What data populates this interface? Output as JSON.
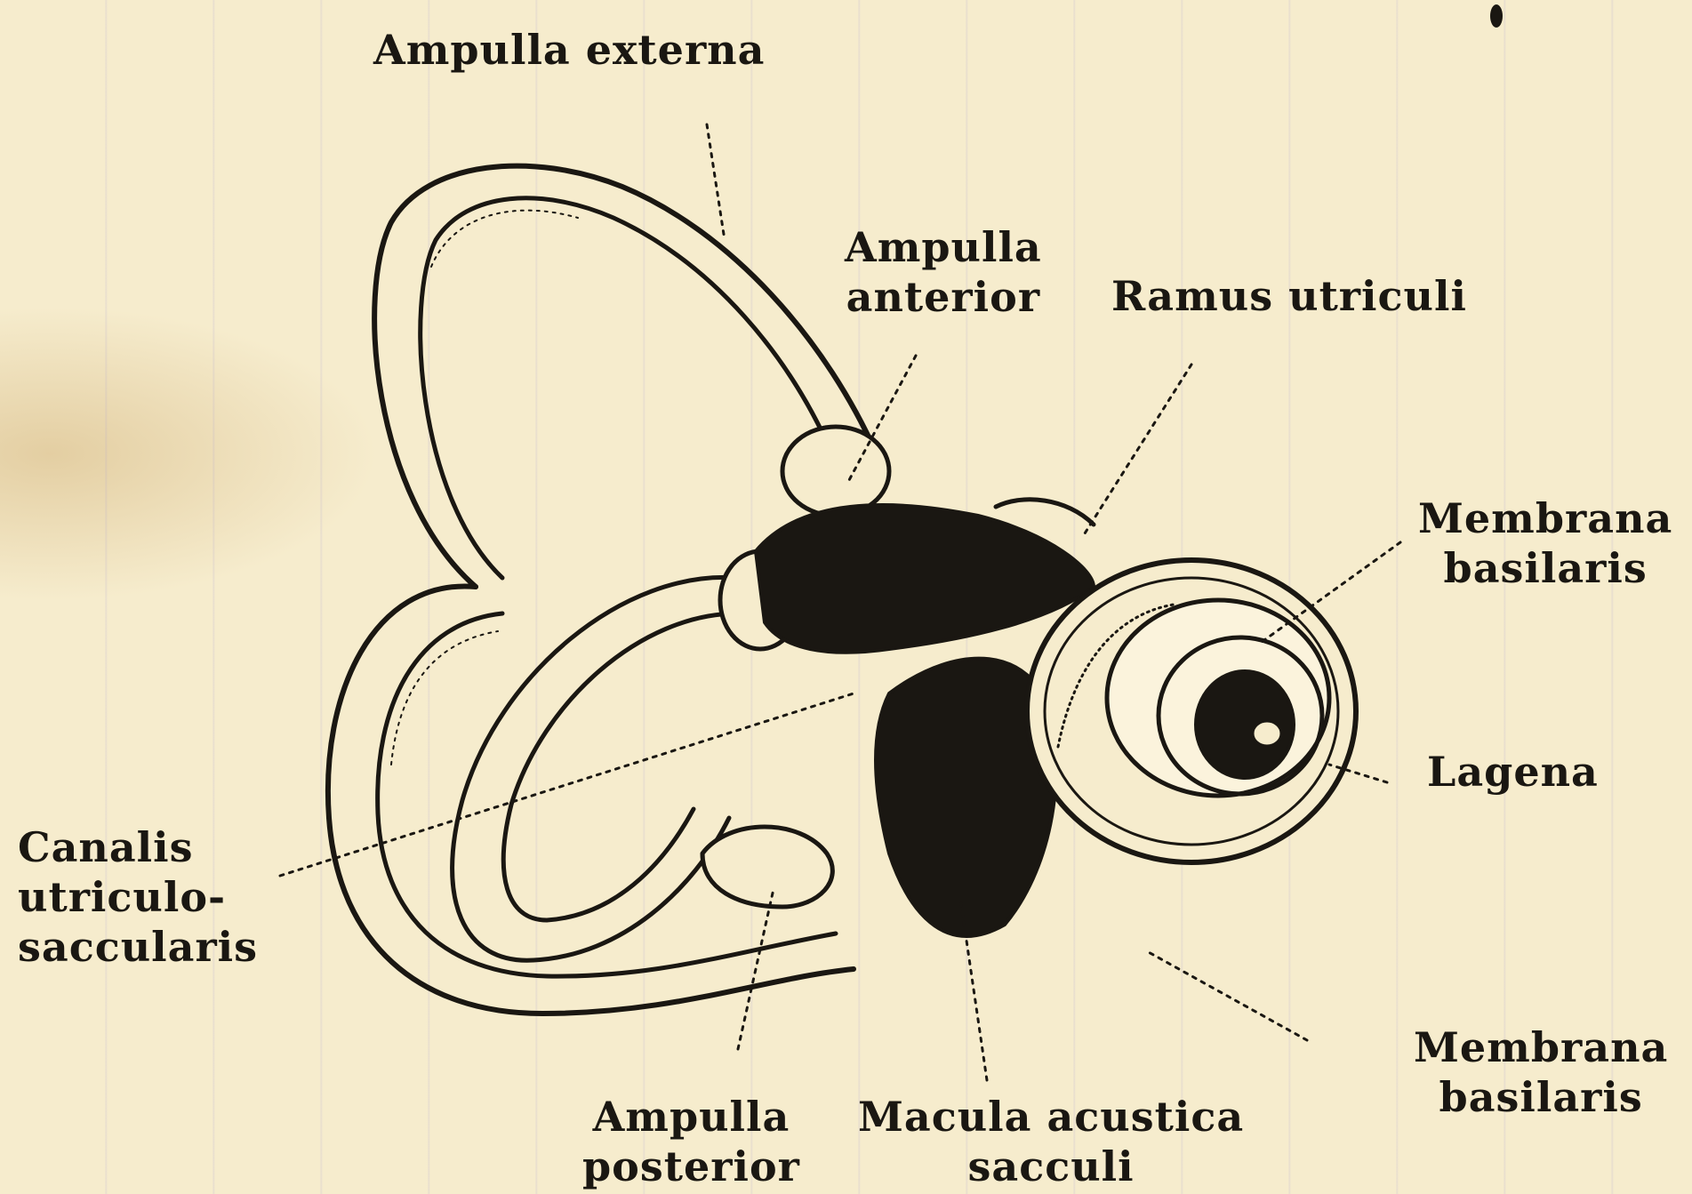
{
  "labels": {
    "ampulla_externa": "Ampulla externa",
    "ampulla_anterior": [
      "Ampulla",
      "anterior"
    ],
    "ramus_utriculi": "Ramus utriculi",
    "membrana_basilaris_top": [
      "Membrana",
      "basilaris"
    ],
    "lagena": "Lagena",
    "canalis": [
      "Canalis",
      "utriculo-",
      "saccularis"
    ],
    "membrana_basilaris_bottom": [
      "Membrana",
      "basilaris"
    ],
    "ampulla_posterior": [
      "Ampulla",
      "posterior"
    ],
    "macula": [
      "Macula acustica",
      "sacculi"
    ]
  },
  "colors": {
    "paper": "#f6eccd",
    "ink": "#1a1712"
  }
}
